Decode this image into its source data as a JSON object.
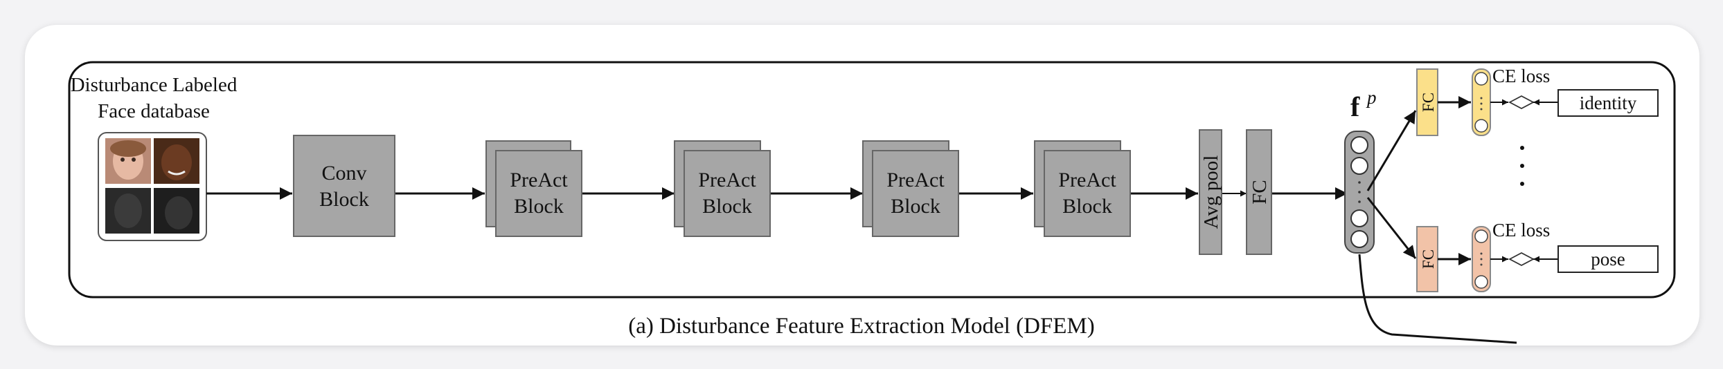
{
  "diagram": {
    "caption": "(a) Disturbance Feature Extraction Model (DFEM)",
    "database": {
      "line1": "Disturbance Labeled",
      "line2": "Face database"
    },
    "conv_block": {
      "line1": "Conv",
      "line2": "Block"
    },
    "preact_blocks": [
      {
        "line1": "PreAct",
        "line2": "Block"
      },
      {
        "line1": "PreAct",
        "line2": "Block"
      },
      {
        "line1": "PreAct",
        "line2": "Block"
      },
      {
        "line1": "PreAct",
        "line2": "Block"
      }
    ],
    "avg_pool": "Avg pool",
    "fc": "FC",
    "feature": {
      "symbol": "f",
      "superscript": "p"
    },
    "heads": [
      {
        "fc": "FC",
        "loss": "CE loss",
        "label": "identity",
        "color": "#fbe08a"
      },
      {
        "fc": "FC",
        "loss": "CE loss",
        "label": "pose",
        "color": "#f2c3a8"
      }
    ],
    "ellipsis": "· · ·",
    "block_color": "#a6a6a6"
  }
}
